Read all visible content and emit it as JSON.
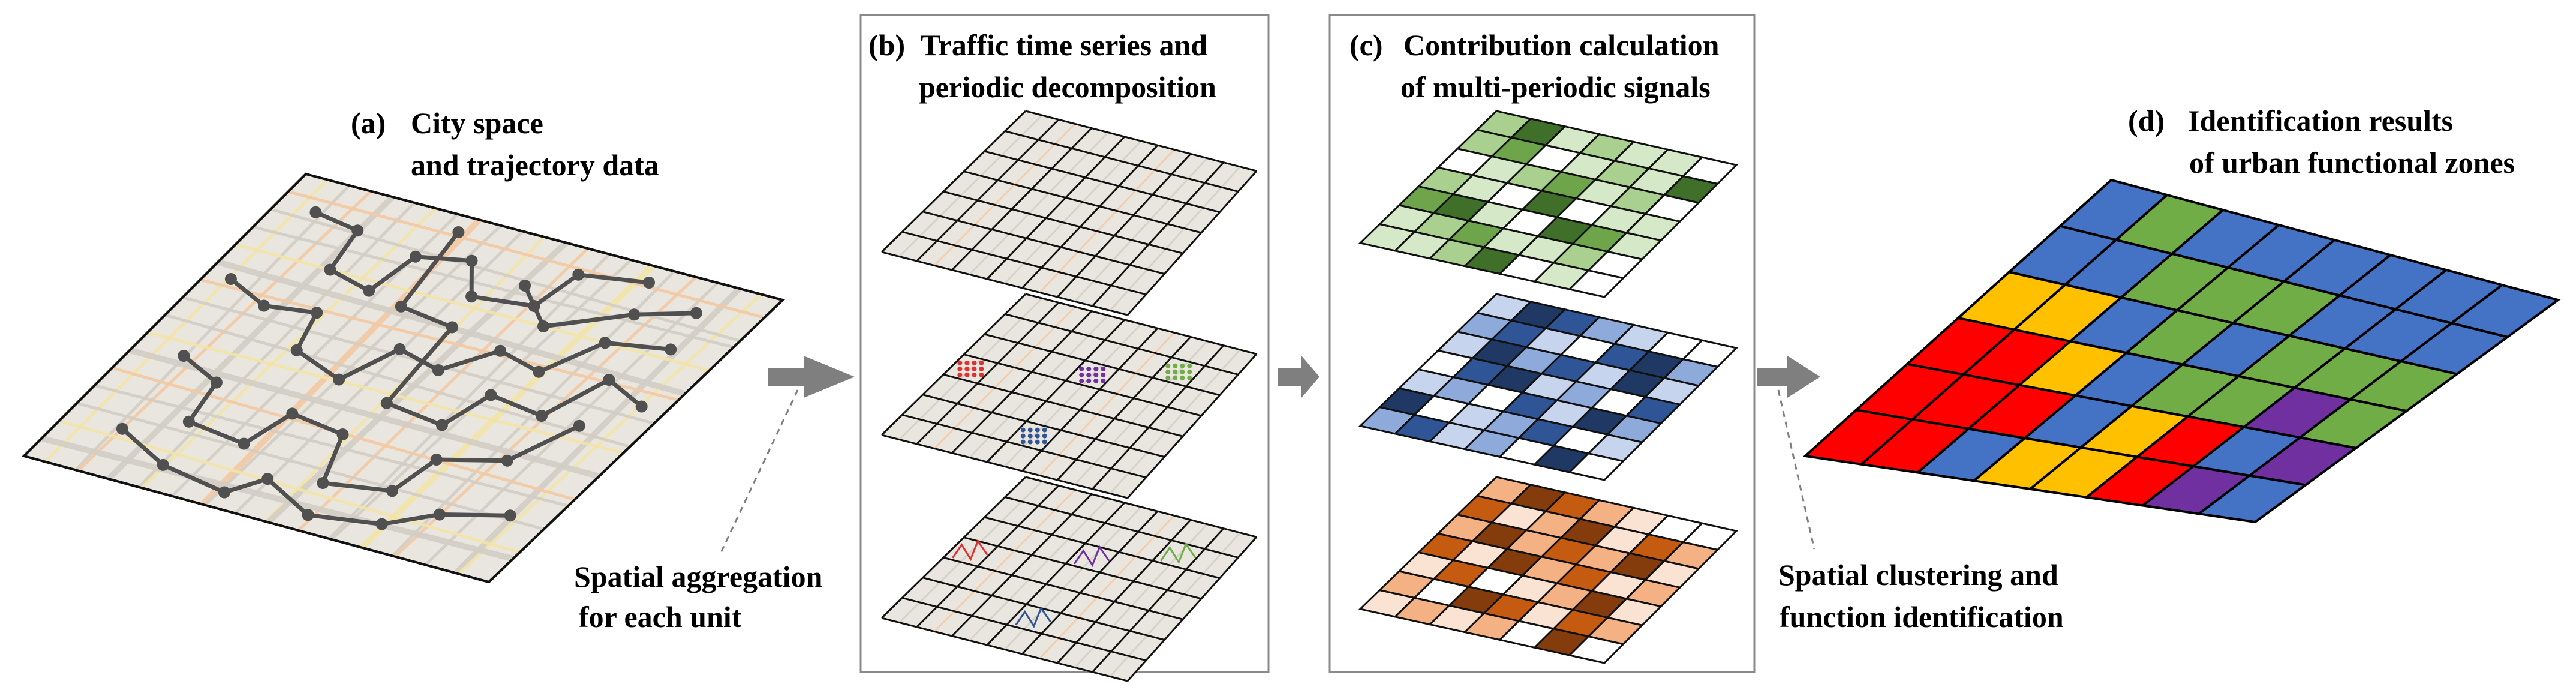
{
  "panels": {
    "a": {
      "tag": "(a)",
      "line1": "City space",
      "line2": "and trajectory data"
    },
    "b": {
      "tag": "(b)",
      "line1": "Traffic time series and",
      "line2": "periodic decomposition"
    },
    "c": {
      "tag": "(c)",
      "line1": "Contribution calculation",
      "line2": "of multi-periodic signals"
    },
    "d": {
      "tag": "(d)",
      "line1": "Identification results",
      "line2": "of urban functional zones"
    }
  },
  "annotations": {
    "aggregation": {
      "line1": "Spatial aggregation",
      "line2": "for each unit"
    },
    "clustering": {
      "line1": "Spatial clustering and",
      "line2": "function identification"
    }
  },
  "colors": {
    "grid_line": "#111111",
    "map_bg": "#e9e6df",
    "road_gray": "#d2cec6",
    "road_yellow": "#f3e4a8",
    "road_orange": "#f4c9a4",
    "trajectory": "#505050",
    "arrow": "#7f7f7f",
    "box_border": "#8a8a8a",
    "green_scale": [
      "#ffffff",
      "#d5e8c7",
      "#a9d08e",
      "#6ea54b",
      "#3f6f28"
    ],
    "blue_scale": [
      "#ffffff",
      "#c6d4ee",
      "#8eaadb",
      "#2f5597",
      "#1f3864"
    ],
    "orange_scale": [
      "#ffffff",
      "#fbe3d3",
      "#f4b183",
      "#c55a11",
      "#843c0c"
    ],
    "zones": {
      "red": "#ff0000",
      "blue": "#4472c4",
      "yellow": "#ffc000",
      "green": "#70ad47",
      "purple": "#7030a0"
    }
  },
  "grids": {
    "contribution_green": [
      [
        2,
        4,
        1,
        2,
        1,
        1,
        0
      ],
      [
        2,
        3,
        0,
        1,
        2,
        1,
        4
      ],
      [
        0,
        1,
        2,
        3,
        1,
        2,
        0
      ],
      [
        2,
        1,
        0,
        4,
        0,
        1,
        1
      ],
      [
        3,
        4,
        1,
        0,
        4,
        3,
        1
      ],
      [
        1,
        2,
        3,
        1,
        1,
        2,
        0
      ],
      [
        1,
        1,
        2,
        4,
        0,
        1,
        0
      ]
    ],
    "contribution_blue": [
      [
        1,
        4,
        3,
        2,
        1,
        0,
        0
      ],
      [
        2,
        3,
        1,
        0,
        3,
        4,
        2
      ],
      [
        1,
        4,
        2,
        3,
        1,
        4,
        1
      ],
      [
        0,
        3,
        4,
        1,
        2,
        0,
        3
      ],
      [
        1,
        2,
        0,
        3,
        1,
        4,
        2
      ],
      [
        4,
        0,
        1,
        2,
        3,
        0,
        1
      ],
      [
        2,
        3,
        1,
        2,
        0,
        4,
        0
      ]
    ],
    "contribution_orange": [
      [
        2,
        4,
        3,
        2,
        1,
        0,
        0
      ],
      [
        3,
        1,
        2,
        4,
        1,
        3,
        2
      ],
      [
        2,
        4,
        2,
        3,
        2,
        4,
        1
      ],
      [
        3,
        1,
        4,
        2,
        3,
        1,
        2
      ],
      [
        1,
        3,
        0,
        1,
        2,
        4,
        1
      ],
      [
        2,
        0,
        4,
        3,
        1,
        3,
        2
      ],
      [
        1,
        2,
        1,
        2,
        0,
        4,
        0
      ]
    ],
    "functional_zones": [
      [
        "red",
        "red",
        "blue",
        "yellow",
        "yellow",
        "red",
        "purple",
        "blue"
      ],
      [
        "red",
        "red",
        "red",
        "blue",
        "yellow",
        "red",
        "blue",
        "purple"
      ],
      [
        "red",
        "red",
        "yellow",
        "blue",
        "green",
        "green",
        "purple",
        "green"
      ],
      [
        "yellow",
        "yellow",
        "blue",
        "green",
        "blue",
        "green",
        "green",
        "green"
      ],
      [
        "blue",
        "blue",
        "green",
        "green",
        "green",
        "blue",
        "blue",
        "blue"
      ],
      [
        "blue",
        "green",
        "blue",
        "blue",
        "blue",
        "blue",
        "blue",
        "blue"
      ]
    ]
  }
}
